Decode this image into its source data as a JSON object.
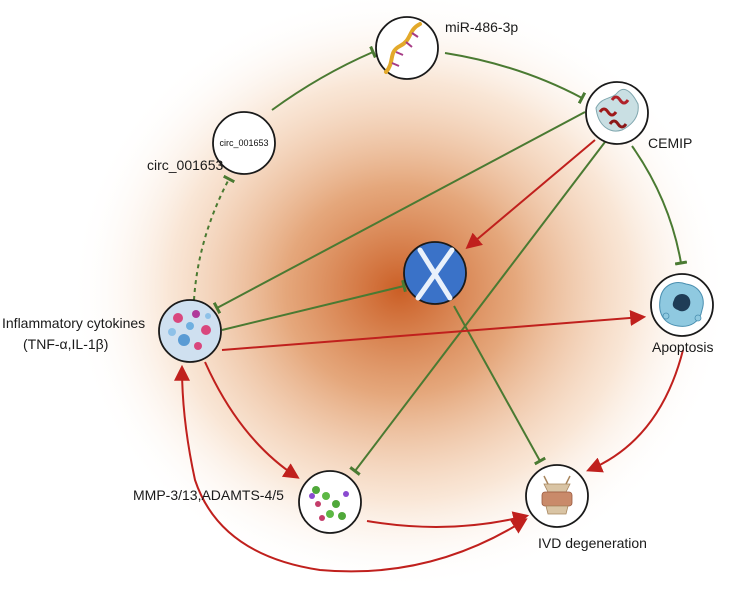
{
  "nodes": {
    "mirna": {
      "label": "miR-486-3p"
    },
    "circ": {
      "label": "circ_001653",
      "inner_label": "circ_001653"
    },
    "cemip": {
      "label": "CEMIP"
    },
    "center": {
      "label": ""
    },
    "cytokines": {
      "label_line1": "Inflammatory cytokines",
      "label_line2": "(TNF-α,IL-1β)"
    },
    "apoptosis": {
      "label": "Apoptosis"
    },
    "mmp": {
      "label": "MMP-3/13,ADAMTS-4/5"
    },
    "ivd": {
      "label": "IVD degeneration"
    }
  },
  "colors": {
    "inhibition": "#4a7a32",
    "activation": "#c0201d",
    "glow_center": "#c8561a",
    "background": "#ffffff"
  }
}
